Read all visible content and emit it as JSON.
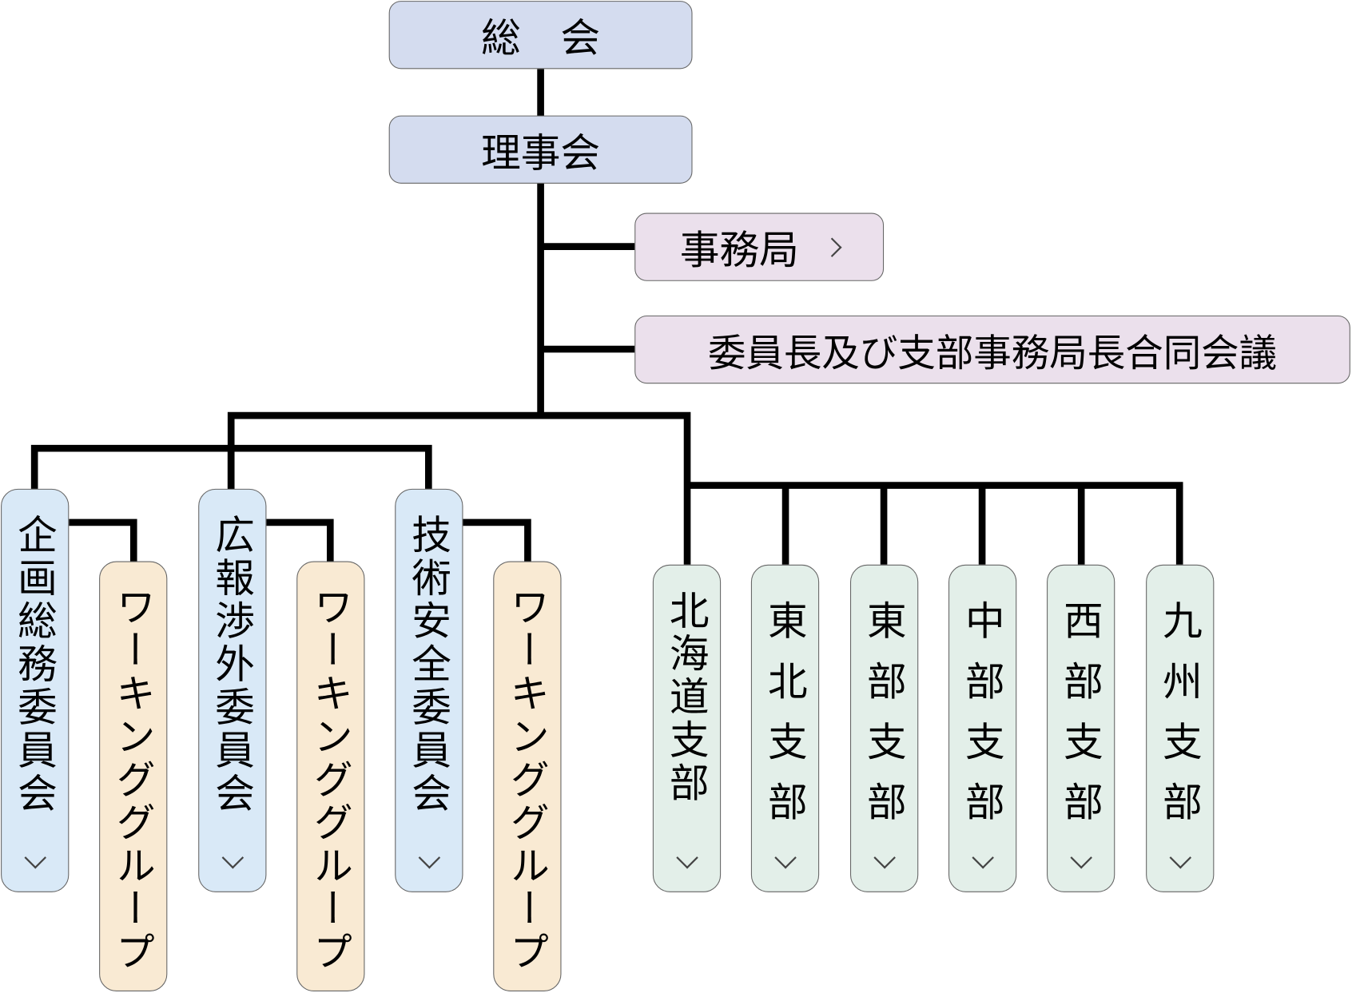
{
  "general_assembly": "総　会",
  "board": "理事会",
  "secretariat": "事務局",
  "joint_meeting": "委員長及び支部事務局長合同会議",
  "committees": [
    {
      "label": "企画総務委員会",
      "wg": "ワーキンググループ"
    },
    {
      "label": "広報渉外委員会",
      "wg": "ワーキンググループ"
    },
    {
      "label": "技術安全委員会",
      "wg": "ワーキンググループ"
    }
  ],
  "branches": [
    "北海道支部",
    "東北支部",
    "東部支部",
    "中部支部",
    "西部支部",
    "九州支部"
  ]
}
